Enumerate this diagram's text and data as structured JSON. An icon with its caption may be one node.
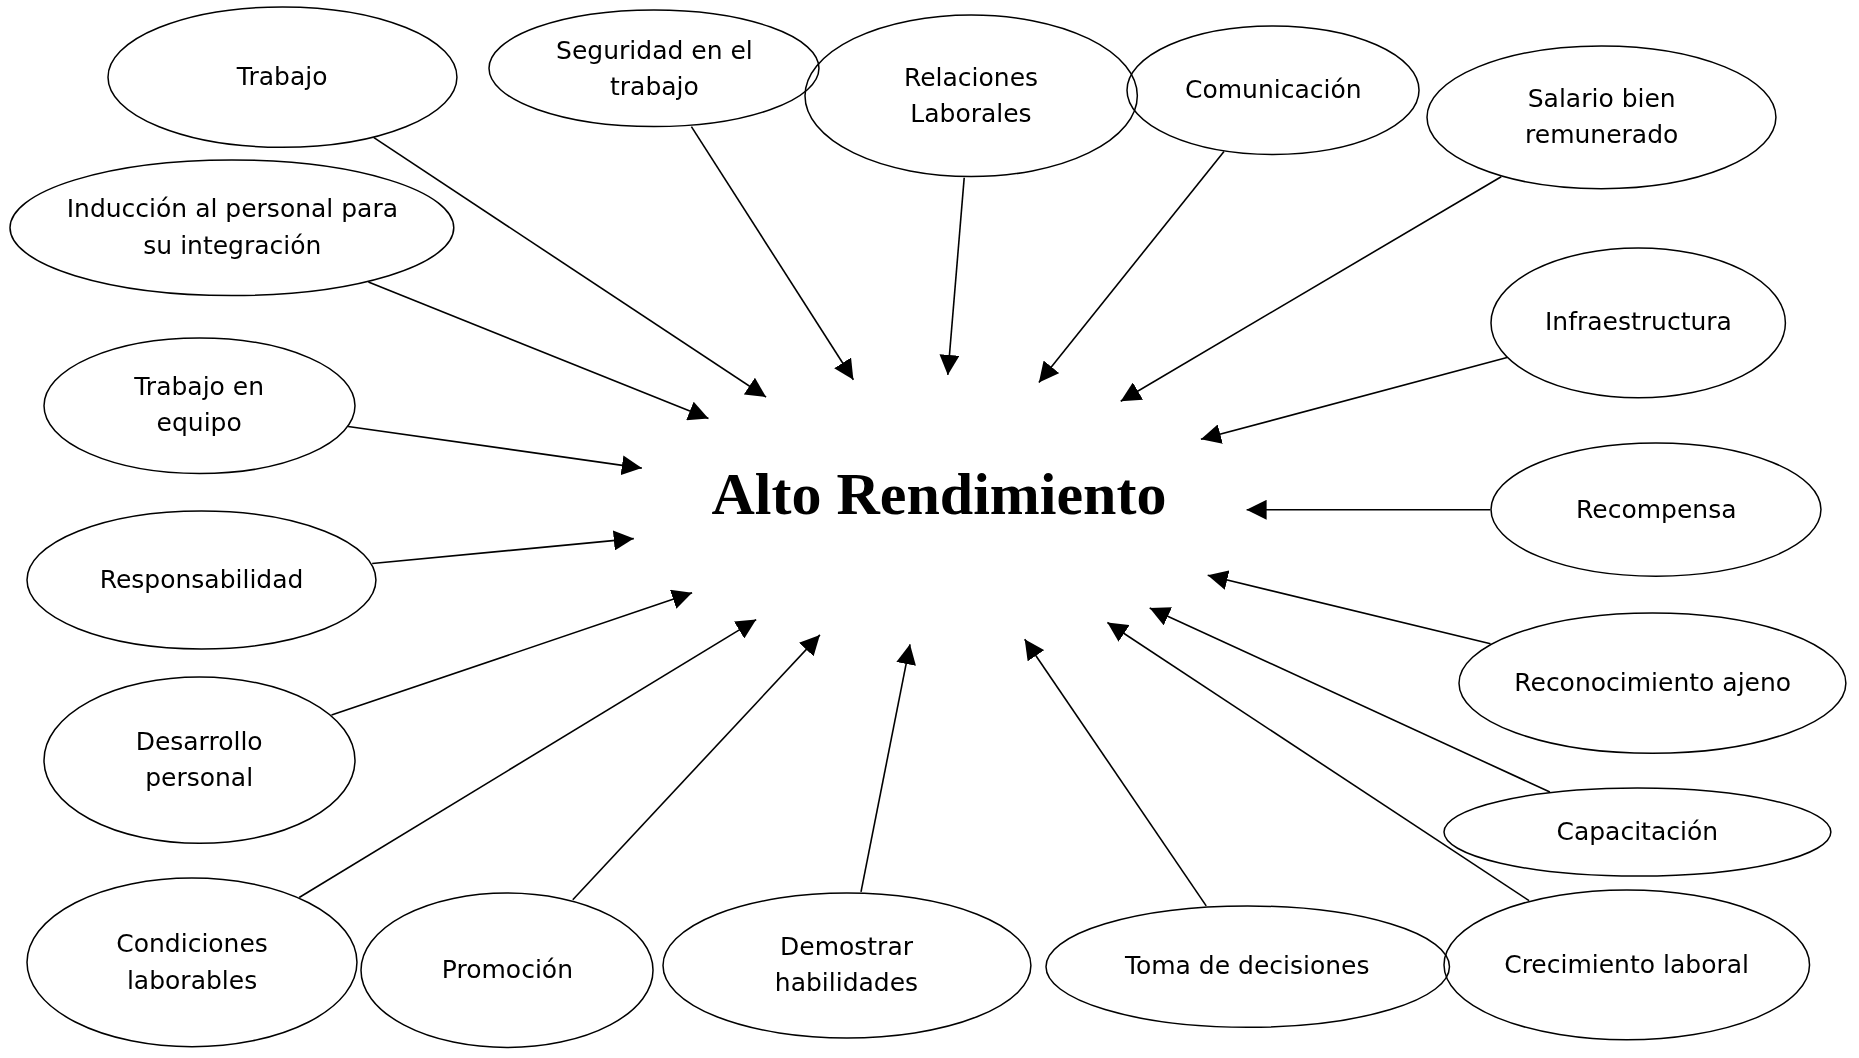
{
  "diagram": {
    "nodes": [
      {
        "text": [
          "Alto Rendimiento"
        ]
      },
      {
        "text": [
          "Trabajo"
        ]
      },
      {
        "text": [
          "Seguridad en el trabajo"
        ]
      },
      {
        "text": [
          "Relaciones Laborales"
        ]
      },
      {
        "text": [
          "Comunicación"
        ]
      },
      {
        "text": [
          "Salario bien remunerado"
        ]
      },
      {
        "text": [
          "Inducción al personal para su integración"
        ]
      },
      {
        "text": [
          "Infraestructura"
        ]
      },
      {
        "text": [
          "Trabajo en equipo"
        ]
      },
      {
        "text": [
          "Recompensa"
        ]
      },
      {
        "text": [
          "Responsabilidad"
        ]
      },
      {
        "text": [
          "Reconocimiento ajeno"
        ]
      },
      {
        "text": [
          "Desarrollo personal"
        ]
      },
      {
        "text": [
          "Capacitación"
        ]
      },
      {
        "text": [
          "Condiciones laborables"
        ]
      },
      {
        "text": [
          "Promoción"
        ]
      },
      {
        "text": [
          "Demostrar habilidades"
        ]
      },
      {
        "text": [
          "Toma de decisiones"
        ]
      },
      {
        "text": [
          "Crecimiento laboral"
        ]
      }
    ],
    "edges": [
      {
        "from": 1,
        "to": 0,
        "arrow": "to"
      },
      {
        "from": 2,
        "to": 0,
        "arrow": "to"
      },
      {
        "from": 3,
        "to": 0,
        "arrow": "to"
      },
      {
        "from": 4,
        "to": 0,
        "arrow": "to"
      },
      {
        "from": 5,
        "to": 0,
        "arrow": "to"
      },
      {
        "from": 6,
        "to": 0,
        "arrow": "to"
      },
      {
        "from": 7,
        "to": 0,
        "arrow": "to"
      },
      {
        "from": 8,
        "to": 0,
        "arrow": "to"
      },
      {
        "from": 9,
        "to": 0,
        "arrow": "to"
      },
      {
        "from": 10,
        "to": 0,
        "arrow": "to"
      },
      {
        "from": 11,
        "to": 0,
        "arrow": "to"
      },
      {
        "from": 12,
        "to": 0,
        "arrow": "to"
      },
      {
        "from": 13,
        "to": 0,
        "arrow": "to"
      },
      {
        "from": 14,
        "to": 0,
        "arrow": "to"
      },
      {
        "from": 15,
        "to": 0,
        "arrow": "to"
      },
      {
        "from": 16,
        "to": 0,
        "arrow": "to"
      },
      {
        "from": 17,
        "to": 0,
        "arrow": "to"
      },
      {
        "from": 18,
        "to": 0,
        "arrow": "to"
      }
    ]
  }
}
